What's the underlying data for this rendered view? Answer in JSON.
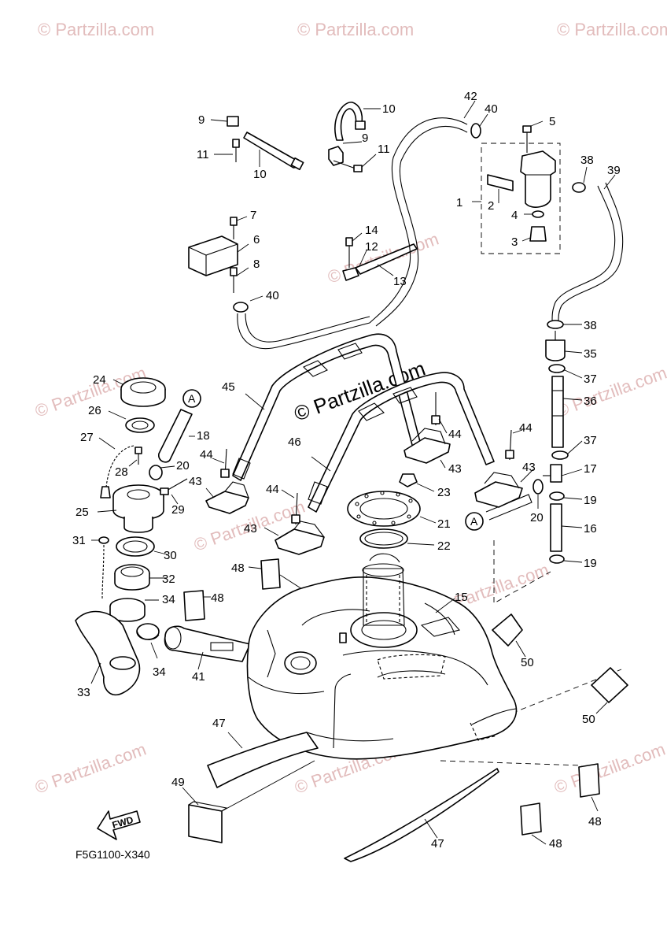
{
  "watermarks": [
    "© Partzilla.com",
    "© Partzilla.com",
    "© Partzilla.com",
    "© Partzilla.com",
    "© Partzilla.com",
    "© Partzilla.com",
    "© Partzilla.com",
    "© Partzilla.com",
    "© Partzilla.com",
    "© Partzilla.com",
    "© Partzilla.com"
  ],
  "center_watermark": "© Partzilla.com",
  "diagram_code": "F5G1100-X340",
  "fwd_label": "FWD",
  "ref_marker": "A",
  "callouts": [
    "1",
    "2",
    "3",
    "4",
    "5",
    "6",
    "7",
    "8",
    "9",
    "9",
    "10",
    "10",
    "11",
    "11",
    "12",
    "13",
    "14",
    "15",
    "16",
    "17",
    "18",
    "19",
    "19",
    "20",
    "20",
    "21",
    "22",
    "23",
    "24",
    "25",
    "26",
    "27",
    "28",
    "29",
    "30",
    "31",
    "32",
    "33",
    "34",
    "34",
    "35",
    "36",
    "37",
    "37",
    "38",
    "38",
    "39",
    "40",
    "40",
    "41",
    "42",
    "43",
    "43",
    "43",
    "43",
    "44",
    "44",
    "44",
    "44",
    "45",
    "46",
    "47",
    "47",
    "48",
    "48",
    "48",
    "48",
    "49",
    "50",
    "50"
  ],
  "colors": {
    "line": "#000000",
    "watermark": "#e2bcbc",
    "background": "#ffffff"
  }
}
